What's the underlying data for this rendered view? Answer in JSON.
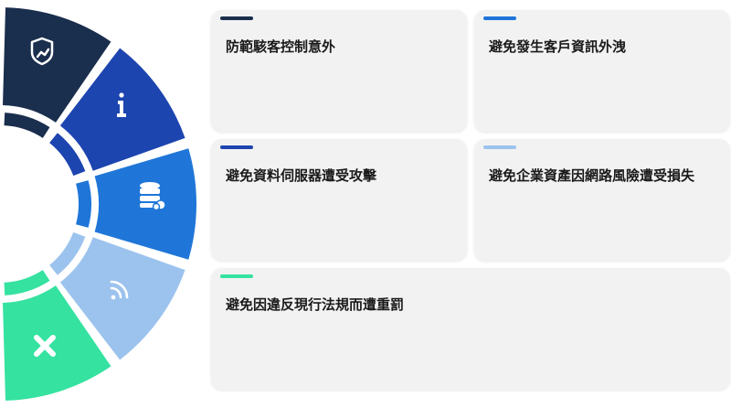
{
  "segments": [
    {
      "icon": "shield-icon",
      "color": "#1a2e4d"
    },
    {
      "icon": "info-icon",
      "color": "#1d45b0"
    },
    {
      "icon": "database-cloud-icon",
      "color": "#1f76d8"
    },
    {
      "icon": "rss-icon",
      "color": "#9cc3ee"
    },
    {
      "icon": "close-icon",
      "color": "#35e2a0"
    }
  ],
  "cards": [
    {
      "text": "防範駭客控制意外",
      "accent": "#1a2e4d"
    },
    {
      "text": "避免發生客戶資訊外洩",
      "accent": "#1f76d8"
    },
    {
      "text": "避免資料伺服器遭受攻擊",
      "accent": "#1d45b0"
    },
    {
      "text": "避免企業資產因網路風險遭受損失",
      "accent": "#9cc3ee"
    },
    {
      "text": "避免因違反現行法規而遭重罰",
      "accent": "#35e2a0"
    }
  ]
}
